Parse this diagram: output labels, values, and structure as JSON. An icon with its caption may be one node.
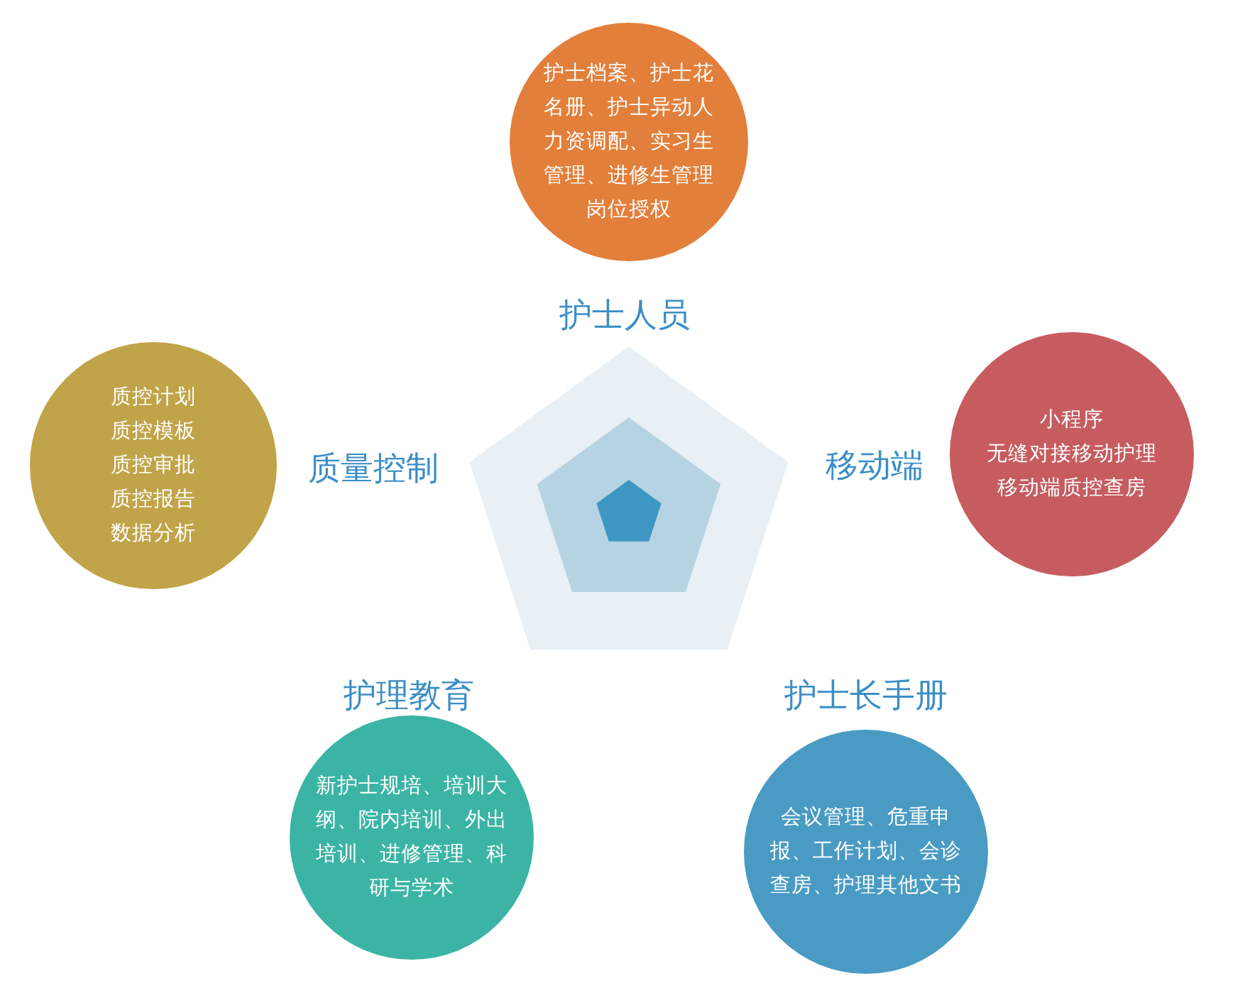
{
  "diagram": {
    "nodes": [
      {
        "text": [
          "护士档案、护士花名册、护士异动人力资调配、实习生管理、进修生管理",
          "岗位授权"
        ],
        "beside": [
          "护士人员"
        ]
      },
      {
        "text": [
          "小程序",
          "无缝对接移动护理",
          "移动端质控查房"
        ],
        "beside": [
          "移动端"
        ]
      },
      {
        "text": [
          "会议管理、危重申报、工作计划、会诊查房、护理其他文书"
        ],
        "beside": [
          "护士长手册"
        ]
      },
      {
        "text": [
          "新护士规培、培训大纲、院内培训、外出培训、进修管理、科研与学术"
        ],
        "beside": [
          "护理教育"
        ]
      },
      {
        "text": [
          "质控计划",
          "质控模板",
          "质控审批",
          "质控报告",
          "数据分析"
        ],
        "beside": [
          "质量控制"
        ]
      }
    ],
    "edges": []
  }
}
